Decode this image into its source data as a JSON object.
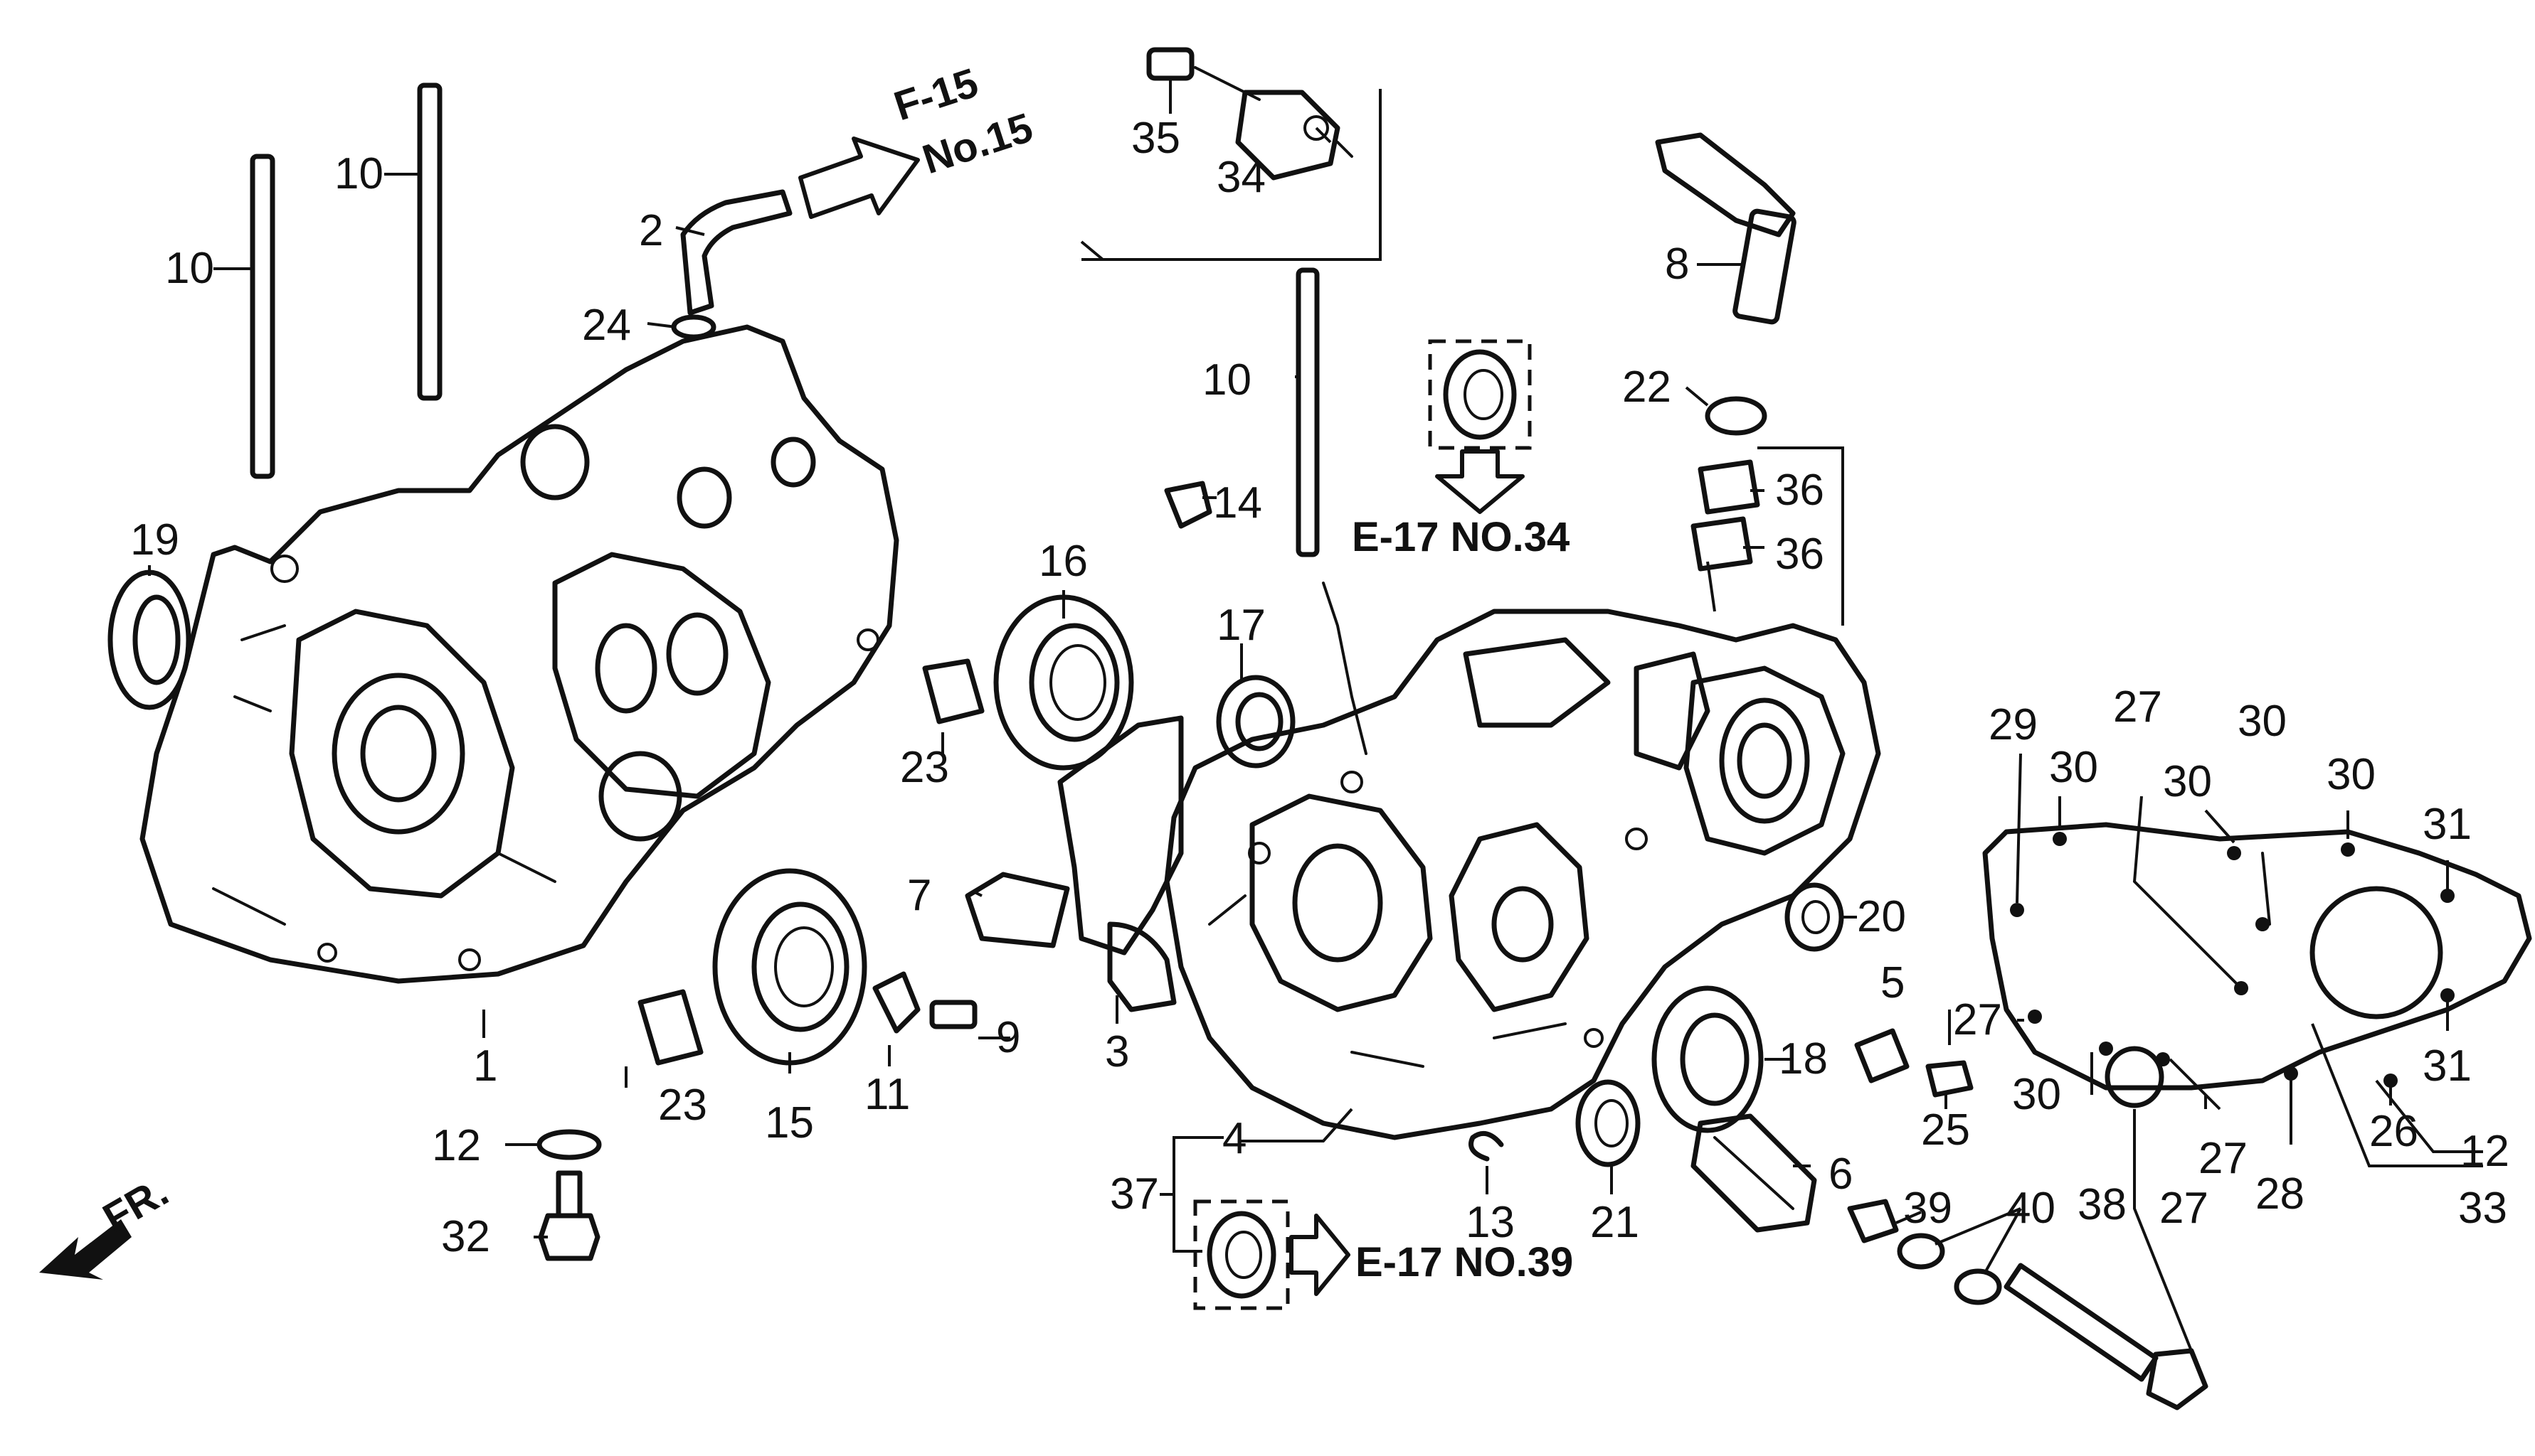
{
  "callouts": [
    {
      "id": "c1",
      "text": "1"
    },
    {
      "id": "c2",
      "text": "2"
    },
    {
      "id": "c3",
      "text": "3"
    },
    {
      "id": "c4",
      "text": "4"
    },
    {
      "id": "c5",
      "text": "5"
    },
    {
      "id": "c6",
      "text": "6"
    },
    {
      "id": "c7",
      "text": "7"
    },
    {
      "id": "c8",
      "text": "8"
    },
    {
      "id": "c9",
      "text": "9"
    },
    {
      "id": "c10a",
      "text": "10"
    },
    {
      "id": "c10b",
      "text": "10"
    },
    {
      "id": "c10c",
      "text": "10"
    },
    {
      "id": "c11",
      "text": "11"
    },
    {
      "id": "c12a",
      "text": "12"
    },
    {
      "id": "c12b",
      "text": "12"
    },
    {
      "id": "c13",
      "text": "13"
    },
    {
      "id": "c14",
      "text": "14"
    },
    {
      "id": "c15",
      "text": "15"
    },
    {
      "id": "c16",
      "text": "16"
    },
    {
      "id": "c17",
      "text": "17"
    },
    {
      "id": "c18",
      "text": "18"
    },
    {
      "id": "c19",
      "text": "19"
    },
    {
      "id": "c20",
      "text": "20"
    },
    {
      "id": "c21",
      "text": "21"
    },
    {
      "id": "c22",
      "text": "22"
    },
    {
      "id": "c23a",
      "text": "23"
    },
    {
      "id": "c23b",
      "text": "23"
    },
    {
      "id": "c24",
      "text": "24"
    },
    {
      "id": "c25",
      "text": "25"
    },
    {
      "id": "c26",
      "text": "26"
    },
    {
      "id": "c27a",
      "text": "27"
    },
    {
      "id": "c27b",
      "text": "27"
    },
    {
      "id": "c27c",
      "text": "27"
    },
    {
      "id": "c27d",
      "text": "27"
    },
    {
      "id": "c28",
      "text": "28"
    },
    {
      "id": "c29",
      "text": "29"
    },
    {
      "id": "c30a",
      "text": "30"
    },
    {
      "id": "c30b",
      "text": "30"
    },
    {
      "id": "c30c",
      "text": "30"
    },
    {
      "id": "c30d",
      "text": "30"
    },
    {
      "id": "c30e",
      "text": "30"
    },
    {
      "id": "c31a",
      "text": "31"
    },
    {
      "id": "c31b",
      "text": "31"
    },
    {
      "id": "c32",
      "text": "32"
    },
    {
      "id": "c33",
      "text": "33"
    },
    {
      "id": "c34",
      "text": "34"
    },
    {
      "id": "c35",
      "text": "35"
    },
    {
      "id": "c36a",
      "text": "36"
    },
    {
      "id": "c36b",
      "text": "36"
    },
    {
      "id": "c37",
      "text": "37"
    },
    {
      "id": "c38",
      "text": "38"
    },
    {
      "id": "c39",
      "text": "39"
    },
    {
      "id": "c40",
      "text": "40"
    }
  ],
  "references": {
    "f15_line1": "F-15",
    "f15_line2": "No.15",
    "e17_top": "E-17 NO.34",
    "e17_bottom": "E-17 NO.39",
    "front": "FR."
  },
  "icons": {
    "reference_arrow": "hollow-arrow-icon",
    "front_arrow": "front-direction-arrow-icon"
  },
  "colors": {
    "line": "#111111",
    "background": "#ffffff"
  }
}
